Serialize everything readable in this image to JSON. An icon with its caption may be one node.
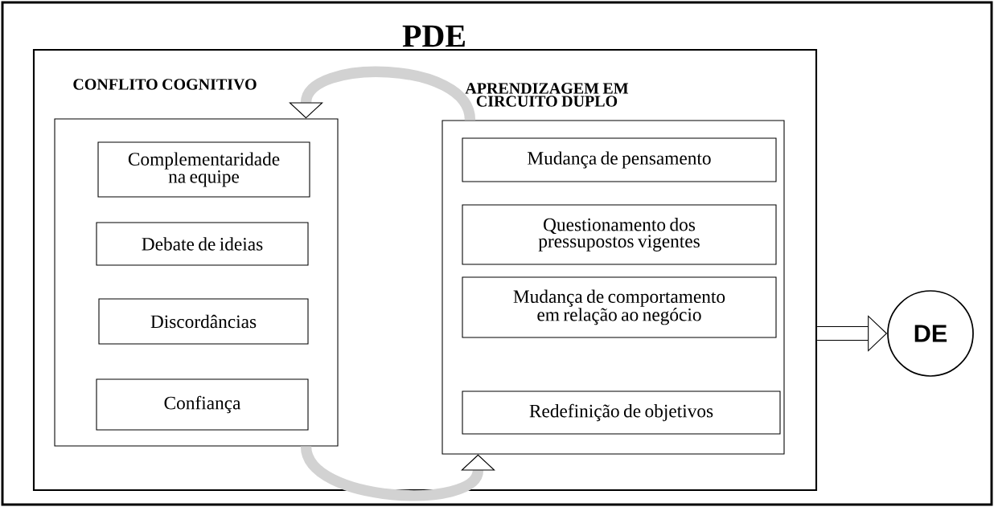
{
  "diagram": {
    "nodes": [
      {
        "text": [
          "PDE"
        ]
      },
      {
        "text": [
          "CONFLITO COGNITIVO"
        ],
        "in": 0
      },
      {
        "text": [
          "Complementaridade na equipe"
        ],
        "in": 1
      },
      {
        "text": [
          "Debate de ideias"
        ],
        "in": 1
      },
      {
        "text": [
          "Discordâncias"
        ],
        "in": 1
      },
      {
        "text": [
          "Confiança"
        ],
        "in": 1
      },
      {
        "text": [
          "APRENDIZAGEM EM CIRCUITO DUPLO"
        ],
        "in": 0
      },
      {
        "text": [
          "Mudança de pensamento"
        ],
        "in": 6
      },
      {
        "text": [
          "Questionamento dos pressupostos vigentes"
        ],
        "in": 6
      },
      {
        "text": [
          "Mudança de comportamento em relação ao negócio"
        ],
        "in": 6
      },
      {
        "text": [
          "Redefinição de objetivos"
        ],
        "in": 6
      },
      {
        "text": [
          "DE"
        ]
      }
    ],
    "edges": [
      {
        "from": 6,
        "to": 1,
        "arrow": "to"
      },
      {
        "from": 1,
        "to": 6,
        "arrow": "to"
      },
      {
        "from": 0,
        "to": 11,
        "arrow": "to",
        "color": "#000000"
      }
    ]
  }
}
